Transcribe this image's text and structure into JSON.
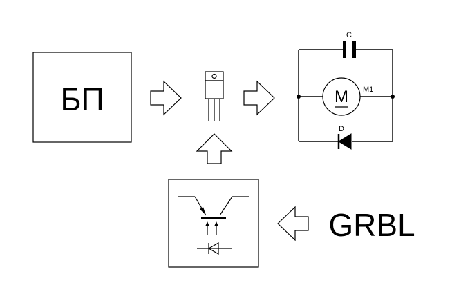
{
  "blocks": {
    "power_supply": {
      "label": "БП"
    },
    "controller": {
      "label": "GRBL"
    }
  },
  "motor_circuit": {
    "capacitor_label": "C",
    "motor_label": "M1",
    "motor_letter": "M",
    "diode_label": "D"
  }
}
